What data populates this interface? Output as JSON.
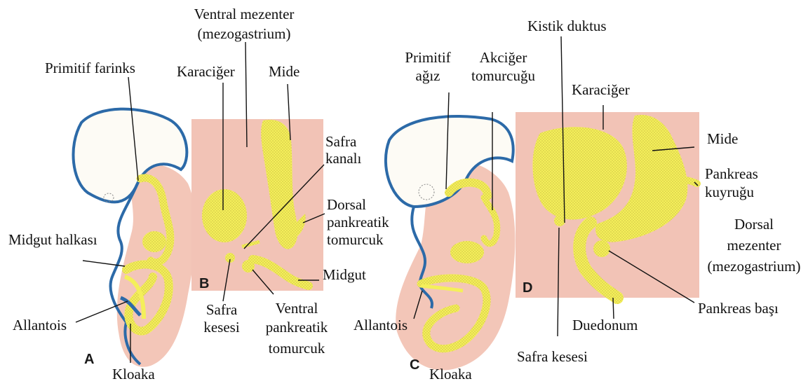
{
  "colors": {
    "tissue_pink": "#f3c6b8",
    "panel_pink": "#f2c3b6",
    "gut_yellow": "#f4ef5a",
    "outline_blue": "#2c6aa8",
    "line": "#111111"
  },
  "panels": {
    "a": "A",
    "b": "B",
    "c": "C",
    "d": "D"
  },
  "labels_left": {
    "primitif_farinks": "Primitif farinks",
    "ventral_mezenter_1": "Ventral mezenter",
    "ventral_mezenter_2": "(mezogastrium)",
    "karaciger": "Karaciğer",
    "mide": "Mide",
    "safra_kanali_1": "Safra",
    "safra_kanali_2": "kanalı",
    "dorsal_pank_1": "Dorsal",
    "dorsal_pank_2": "pankreatik",
    "dorsal_pank_3": "tomurcuk",
    "midgut_halkasi": "Midgut halkası",
    "midgut": "Midgut",
    "safra_kesesi_1": "Safra",
    "safra_kesesi_2": "kesesi",
    "ventral_pank_1": "Ventral",
    "ventral_pank_2": "pankreatik",
    "ventral_pank_3": "tomurcuk",
    "allantois": "Allantois",
    "kloaka": "Kloaka"
  },
  "labels_right": {
    "kistik_duktus": "Kistik duktus",
    "primitif_agiz_1": "Primitif",
    "primitif_agiz_2": "ağız",
    "akciger_1": "Akciğer",
    "akciger_2": "tomurcuğu",
    "karaciger": "Karaciğer",
    "mide": "Mide",
    "pankreas_kuyrugu_1": "Pankreas",
    "pankreas_kuyrugu_2": "kuyruğu",
    "dorsal_mezenter_1": "Dorsal",
    "dorsal_mezenter_2": "mezenter",
    "dorsal_mezenter_3": "(mezogastrium)",
    "pankreas_basi": "Pankreas başı",
    "duedonum": "Duedonum",
    "allantois": "Allantois",
    "kloaka": "Kloaka",
    "safra_kesesi": "Safra kesesi"
  }
}
